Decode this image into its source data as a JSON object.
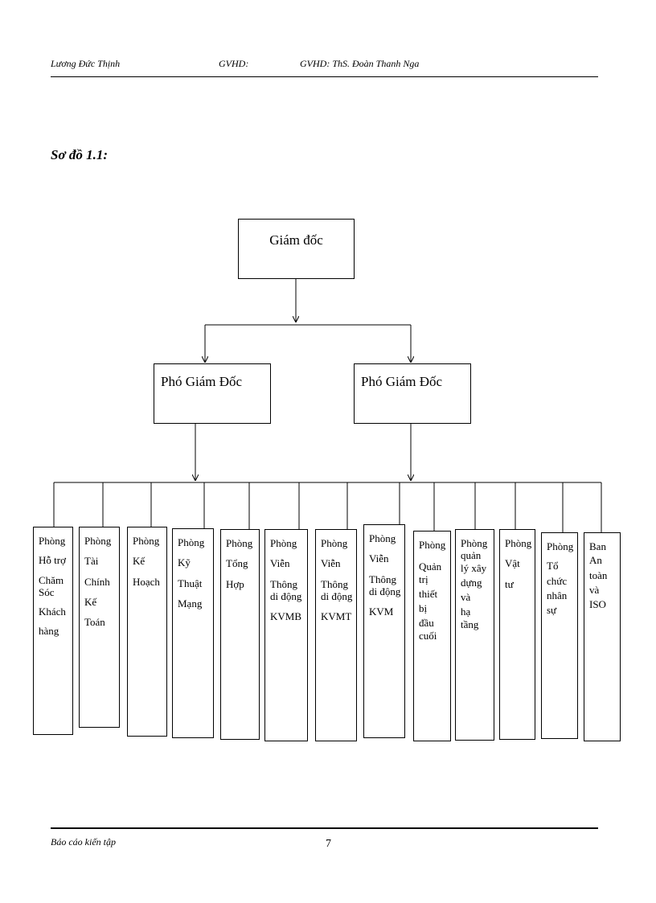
{
  "header": {
    "author": "Lương Đức Thịnh",
    "gvhd_label": "GVHD:",
    "gvhd_full": "GVHD: ThS. Đoàn Thanh Nga"
  },
  "caption": "Sơ đồ 1.1:",
  "org": {
    "top": "Giám đốc",
    "deputies": [
      "Phó Giám Đốc",
      "Phó Giám Đốc"
    ],
    "departments": [
      [
        "Phòng",
        "Hỗ trợ",
        "Chăm",
        "Sóc",
        "Khách",
        "hàng"
      ],
      [
        "Phòng",
        "Tài",
        "Chính",
        "Kế",
        "Toán"
      ],
      [
        "Phòng",
        "Kế",
        "Hoạch"
      ],
      [
        "Phòng",
        "Kỹ",
        "Thuật",
        "Mạng"
      ],
      [
        "Phòng",
        "Tổng",
        "Hợp"
      ],
      [
        "Phòng",
        "Viễn",
        "Thông",
        "di động",
        "KVMB"
      ],
      [
        "Phòng",
        "Viễn",
        "Thông",
        "di động",
        "KVMT"
      ],
      [
        "Phòng",
        "Viễn",
        "Thông",
        "di động",
        "KVM"
      ],
      [
        "Phòng",
        "Quản",
        "trị",
        "thiết",
        "bị",
        "đầu",
        "cuối"
      ],
      [
        "Phòng",
        "quản",
        "lý xây",
        "dựng",
        "và",
        "hạ",
        "tầng"
      ],
      [
        "Phòng",
        "Vật",
        "tư"
      ],
      [
        "Phòng",
        "Tổ",
        "chức",
        "nhân",
        "sự"
      ],
      [
        "Ban",
        "An",
        "toàn",
        "và",
        "ISO"
      ]
    ]
  },
  "footer": {
    "title": "Báo cáo kiến tập",
    "page": "7"
  }
}
